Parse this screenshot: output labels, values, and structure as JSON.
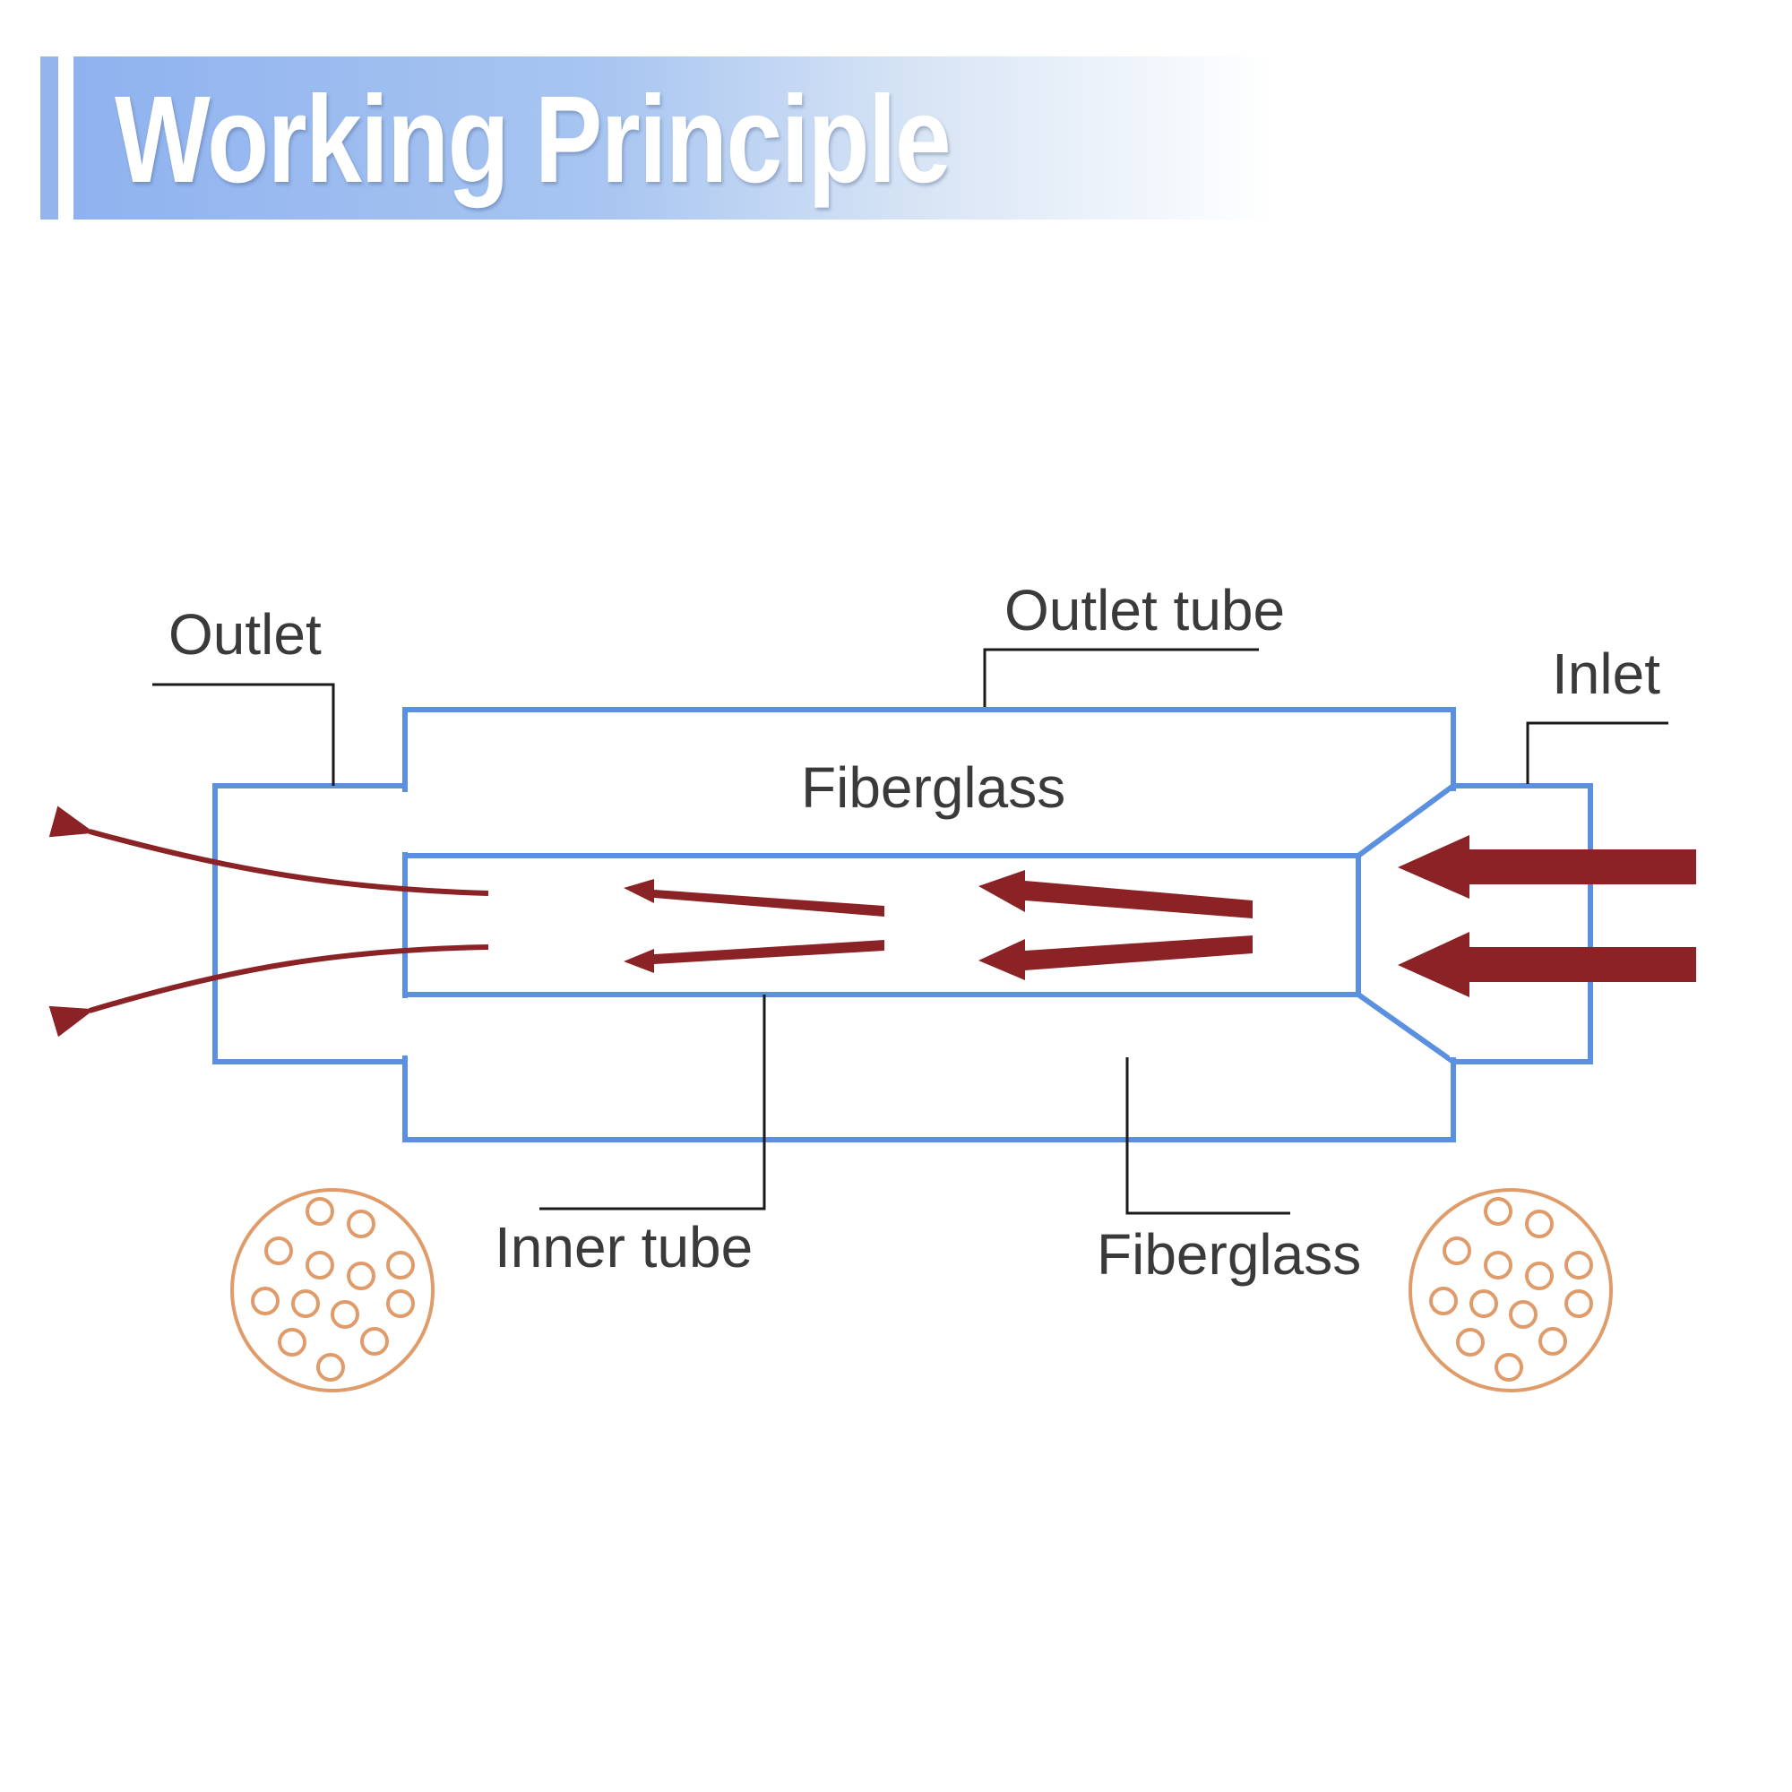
{
  "header": {
    "title": "Working Principle"
  },
  "labels": {
    "outlet": "Outlet",
    "outlet_tube": "Outlet tube",
    "inlet": "Inlet",
    "fiberglass_top": "Fiberglass",
    "inner_tube": "Inner tube",
    "fiberglass_bottom": "Fiberglass"
  },
  "colors": {
    "header_blue": "#8fb2ef",
    "tube_outline": "#5b8fe0",
    "flow_arrow": "#8b2226",
    "leader_line": "#1a1a1a",
    "fiber_circle": "#e09b6a",
    "label_text": "#3a3a3a"
  }
}
